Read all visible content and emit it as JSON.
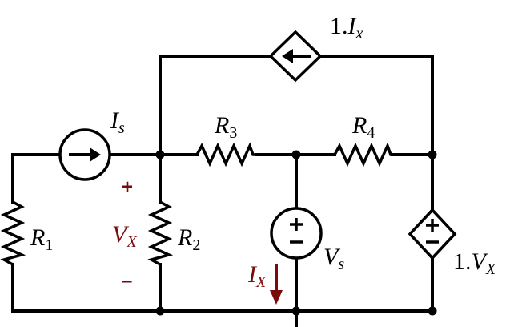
{
  "labels": {
    "r1": {
      "main": "R",
      "sub": "1"
    },
    "r2": {
      "main": "R",
      "sub": "2"
    },
    "r3": {
      "main": "R",
      "sub": "3"
    },
    "r4": {
      "main": "R",
      "sub": "4"
    },
    "is": {
      "main": "I",
      "sub": "s"
    },
    "vs": {
      "main": "V",
      "sub": "s"
    },
    "vx": {
      "main": "V",
      "sub": "X"
    },
    "ix": {
      "main": "I",
      "sub": "X"
    },
    "ccs": {
      "coef": "1.",
      "main": "I",
      "sub": "x"
    },
    "vcvs": {
      "coef": "1.",
      "main": "V",
      "sub": "X"
    }
  },
  "polarity": {
    "plus": "+",
    "minus": "–"
  },
  "colors": {
    "wire": "#000000",
    "annotation": "#7a0b0b"
  }
}
